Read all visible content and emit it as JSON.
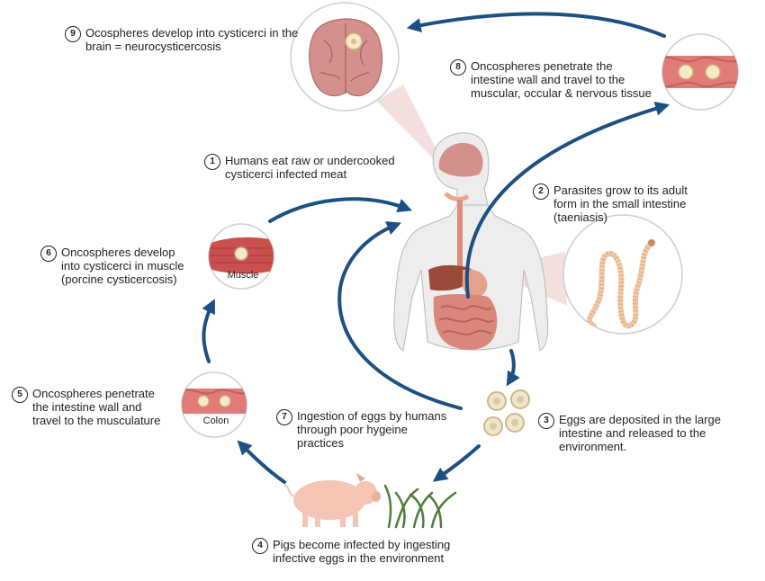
{
  "steps": [
    {
      "num": "1",
      "text": "Humans eat raw or undercooked\ncysticerci infected meat"
    },
    {
      "num": "2",
      "text": "Parasites grow to its adult\nform in the small intestine\n(taeniasis)"
    },
    {
      "num": "3",
      "text": "Eggs are deposited in the large\nintestine and released to the\nenvironment."
    },
    {
      "num": "4",
      "text": "Pigs become infected by ingesting\ninfective eggs in the environment"
    },
    {
      "num": "5",
      "text": "Oncospheres penetrate\nthe intestine wall and\ntravel to the musculature"
    },
    {
      "num": "6",
      "text": "Oncospheres develop\ninto cysticerci in muscle\n(porcine cysticercosis)"
    },
    {
      "num": "7",
      "text": "Ingestion of eggs by humans\nthrough poor hygeine\npractices"
    },
    {
      "num": "8",
      "text": "Oncospheres penetrate the\nintestine wall and travel to the\nmuscular, occular & nervous tissue"
    },
    {
      "num": "9",
      "text": "Ocospheres develop into cysticerci in the\nbrain = neurocysticercosis"
    }
  ],
  "labels": {
    "muscle": "Muscle",
    "colon": "Colon"
  },
  "colors": {
    "arrow": "#1c4f82",
    "skin": "#ededed",
    "brain": "#d4908c",
    "pig": "#f4c4b4",
    "grass": "#4e7d3a",
    "egg": "#f0e6d0",
    "tissue": "#e07b78",
    "callout": "#f3dada"
  }
}
